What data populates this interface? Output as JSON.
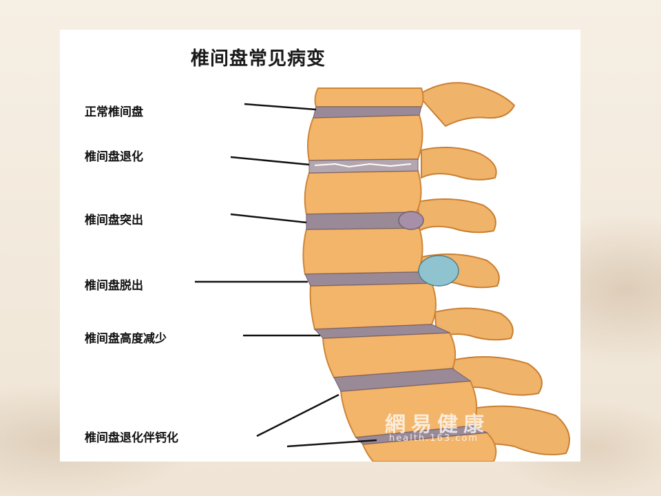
{
  "figure": {
    "title": "椎间盘常见病变",
    "labels": [
      "正常椎间盘",
      "椎间盘退化",
      "椎间盘突出",
      "椎间盘脱出",
      "椎间盘高度减少",
      "椎间盘退化伴钙化"
    ],
    "watermark_text": "網易健康",
    "watermark_url": "health.163.com"
  },
  "colors": {
    "bone": "#f2b56a",
    "bone_shadow": "#d88a3a",
    "disc": "#9a8a98",
    "cyst_blue": "#8fc3cf",
    "cyst_purple": "#a88fa8",
    "leader": "#111111"
  }
}
